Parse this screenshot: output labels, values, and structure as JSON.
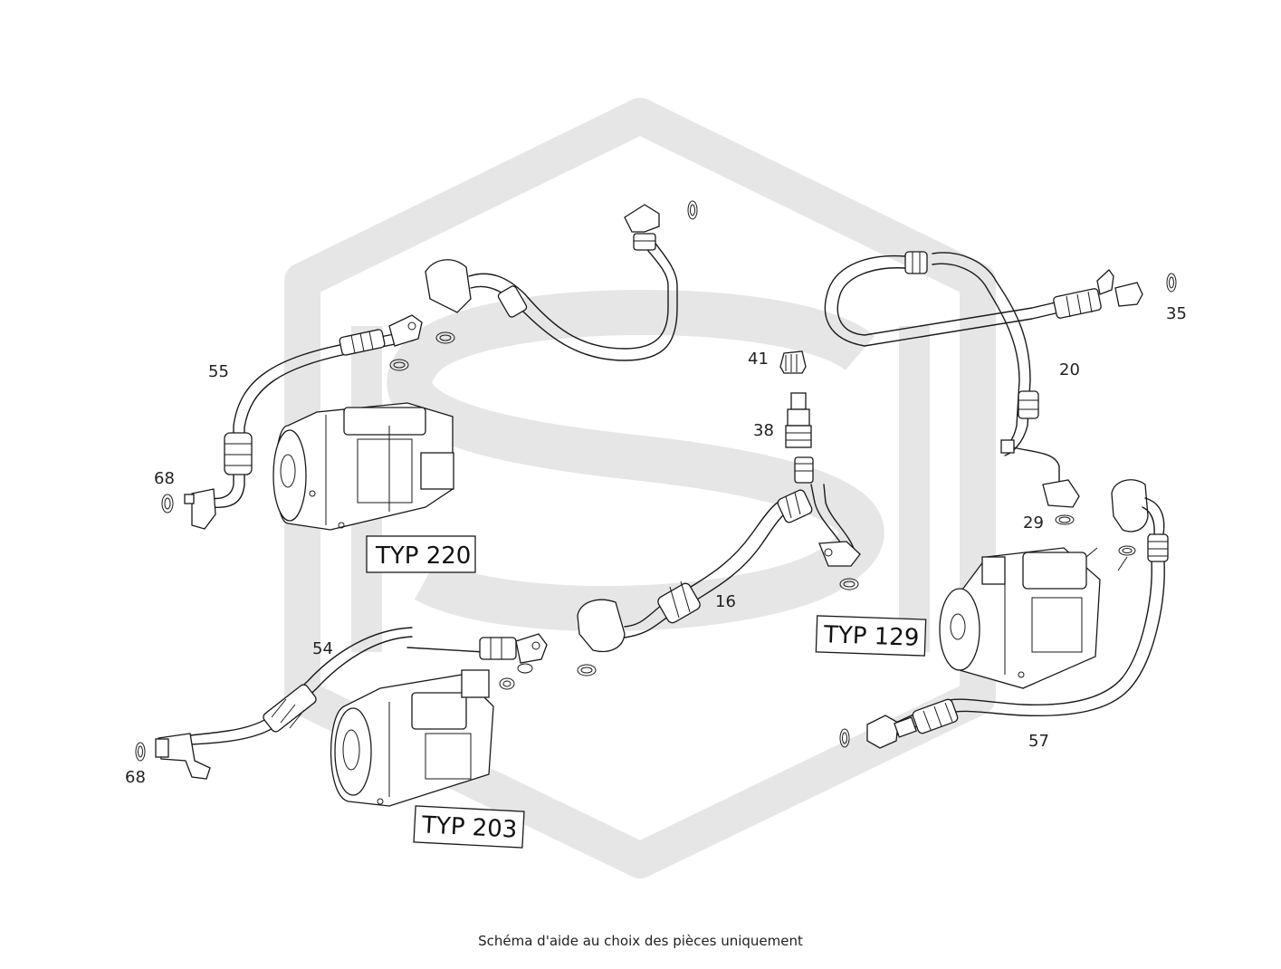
{
  "watermark": {
    "color": "#e6e6e6",
    "icon": "logo-watermark"
  },
  "callouts": {
    "c55": "55",
    "c68_top": "68",
    "c54": "54",
    "c68_bottom": "68",
    "c41": "41",
    "c38": "38",
    "c16": "16",
    "c35": "35",
    "c20": "20",
    "c29": "29",
    "c57": "57"
  },
  "type_labels": {
    "typ220": "TYP 220",
    "typ203": "TYP 203",
    "typ129": "TYP 129"
  },
  "caption": "Schéma d'aide au choix des pièces uniquement"
}
